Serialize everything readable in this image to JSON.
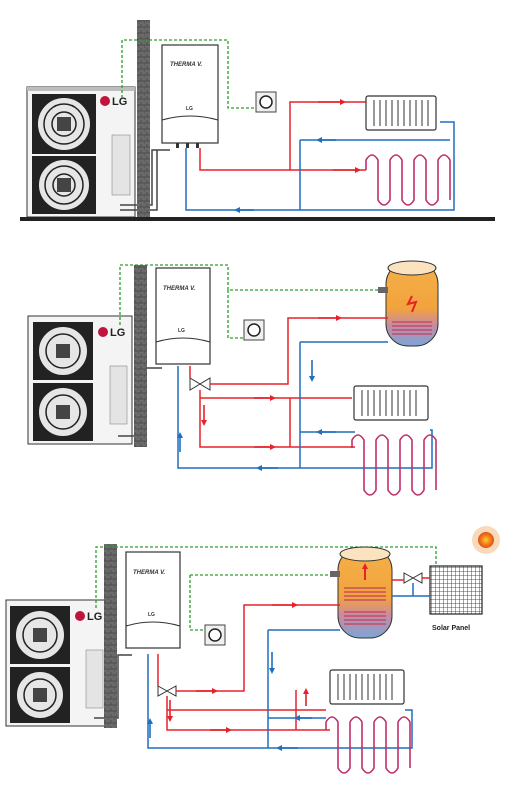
{
  "brand_labels": {
    "manufacturer": "LG",
    "product": "THERMA V."
  },
  "solar_panel_label": "Solar Panel",
  "colors": {
    "hot_pipe": "#e8202a",
    "cold_pipe": "#1e6fbf",
    "control_wire": "#2aa02a",
    "wall": "#555555",
    "tank_top": "#f2a33c",
    "tank_bottom": "#7aa6d8",
    "outline": "#333333"
  },
  "icons": [
    "outdoor-unit-icon",
    "fan-icon",
    "indoor-unit-icon",
    "thermostat-icon",
    "radiator-icon",
    "floor-heating-coil-icon",
    "hot-water-tank-icon",
    "three-way-valve-icon",
    "sun-icon",
    "solar-panel-icon",
    "flow-arrow-icon"
  ],
  "scenes": [
    {
      "name": "heating-only"
    },
    {
      "name": "heating-and-hot-water"
    },
    {
      "name": "heating-hot-water-and-solar"
    }
  ]
}
